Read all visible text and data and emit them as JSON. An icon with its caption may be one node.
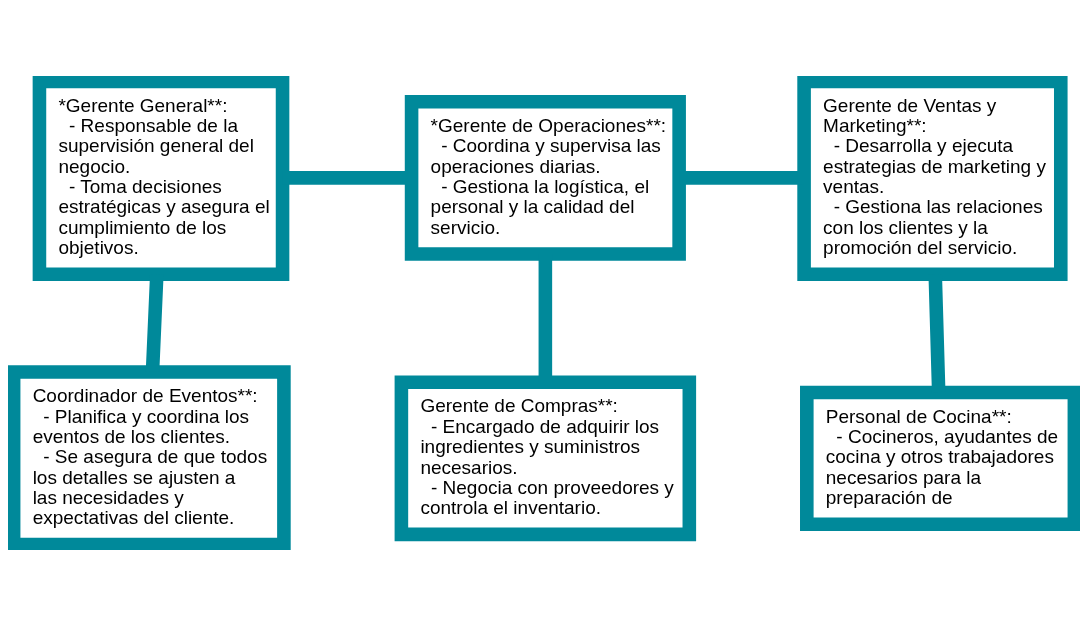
{
  "diagram": {
    "nodes": [
      {
        "text": [
          "*Gerente General**:",
          "- Responsable de la supervisión general del negocio.",
          "- Toma decisiones estratégicas y asegura el cumplimiento de los objetivos."
        ]
      },
      {
        "text": [
          "*Gerente de Operaciones**:",
          "- Coordina y supervisa las operaciones diarias.",
          "- Gestiona la logística, el personal y la calidad del servicio."
        ]
      },
      {
        "text": [
          "Gerente de Ventas y Marketing**:",
          "- Desarrolla y ejecuta estrategias de marketing y ventas.",
          "- Gestiona las relaciones con los clientes y la promoción del servicio."
        ]
      },
      {
        "text": [
          "Coordinador de Eventos**:",
          "- Planifica y coordina los eventos de los clientes.",
          "- Se asegura de que todos los detalles se ajusten a las necesidades y expectativas del cliente."
        ]
      },
      {
        "text": [
          "Gerente de Compras**:",
          "- Encargado de adquirir los ingredientes y suministros necesarios.",
          "- Negocia con proveedores y controla el inventario."
        ]
      },
      {
        "text": [
          "Personal de Cocina**:",
          "- Cocineros, ayudantes de cocina y otros trabajadores necesarios para la preparación de"
        ]
      }
    ],
    "edges": [
      {
        "from": 0,
        "to": 1,
        "arrow": "none"
      },
      {
        "from": 1,
        "to": 2,
        "arrow": "none"
      },
      {
        "from": 0,
        "to": 3,
        "arrow": "none"
      },
      {
        "from": 1,
        "to": 4,
        "arrow": "none"
      },
      {
        "from": 2,
        "to": 5,
        "arrow": "none"
      }
    ]
  }
}
